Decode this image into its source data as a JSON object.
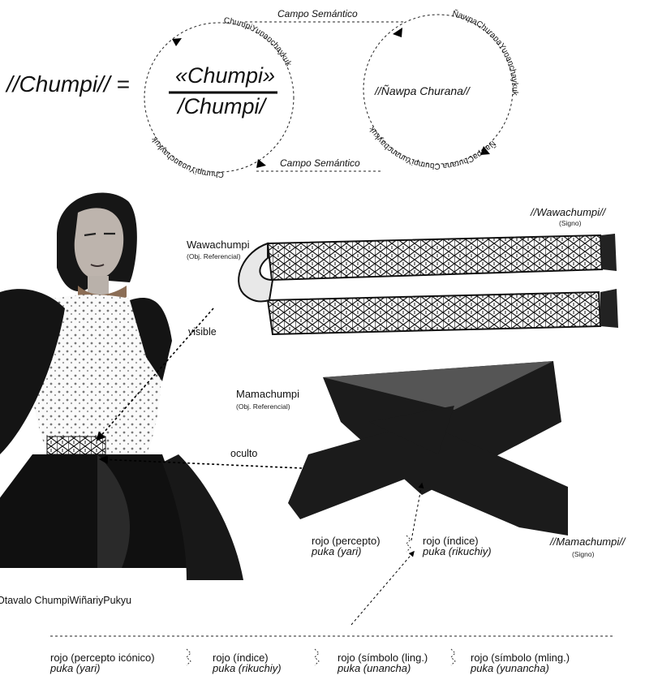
{
  "equation": {
    "lhs": "//Chumpi// =",
    "numerator": "«Chumpi»",
    "denominator": "/Chumpi/"
  },
  "semantic_fields": {
    "top_link": "Campo Semántico",
    "bottom_link": "Campo Semántico",
    "left_ring_text": "ChumpiYunanchaykuk",
    "left_ring_text_2": "ChumpiYunanchaykuk",
    "right_center": "//Ñawpa Churana//",
    "right_ring_text": "ÑawpaChuranaYunanchaykuk",
    "right_ring_text_2": "ÑawpaChurana ChumpiYunanchaykuk"
  },
  "wawachumpi": {
    "title": "Wawachumpi",
    "subtitle": "(Obj. Referencial)",
    "sign": "//Wawachumpi//",
    "sign_sub": "(Signo)"
  },
  "mamachumpi": {
    "title": "Mamachumpi",
    "subtitle": "(Obj. Referencial)",
    "sign": "//Mamachumpi//",
    "sign_sub": "(Signo)"
  },
  "arrows": {
    "visible": "visible",
    "hidden": "oculto"
  },
  "photo_caption": "Otavalo ChumpiWiñariyPukyu",
  "mid_pairs": [
    {
      "top": "rojo (percepto)",
      "bottom": "puka (yari)"
    },
    {
      "top": "rojo (índice)",
      "bottom": "puka (rikuchiy)"
    }
  ],
  "bottom_pairs": [
    {
      "top": "rojo (percepto icónico)",
      "bottom": "puka (yari)"
    },
    {
      "top": "rojo (índice)",
      "bottom": "puka (rikuchiy)"
    },
    {
      "top": "rojo (símbolo (ling.)",
      "bottom": "puka (unancha)"
    },
    {
      "top": "rojo (símbolo (mling.)",
      "bottom": "puka (yunancha)"
    }
  ]
}
